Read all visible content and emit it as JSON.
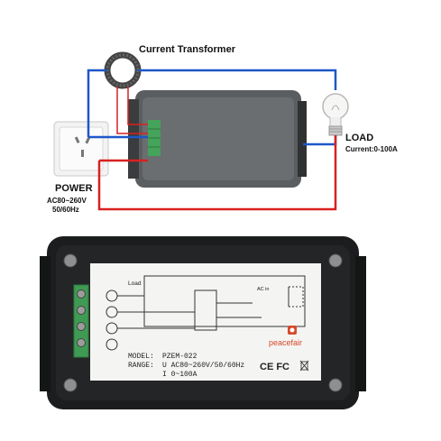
{
  "wiring": {
    "current_transformer_label": "Current Transformer",
    "load_label": "LOAD",
    "load_current": "Current:0-100A",
    "power_label": "POWER",
    "power_voltage": "AC80~260V",
    "power_frequency": "50/60Hz",
    "wire_colors": {
      "live": "#d92020",
      "neutral": "#1e57c8"
    }
  },
  "front_panel": {
    "diagram_load_label": "Load",
    "diagram_ac_in_label": "AC in",
    "brand": "peacefair",
    "model_label": "MODEL:",
    "model_value": "PZEM-022",
    "range_label": "RANGE:",
    "range_u": "U  AC80~260V/50/60Hz",
    "range_i": "I  0~100A",
    "cert_marks": "CE FC"
  }
}
